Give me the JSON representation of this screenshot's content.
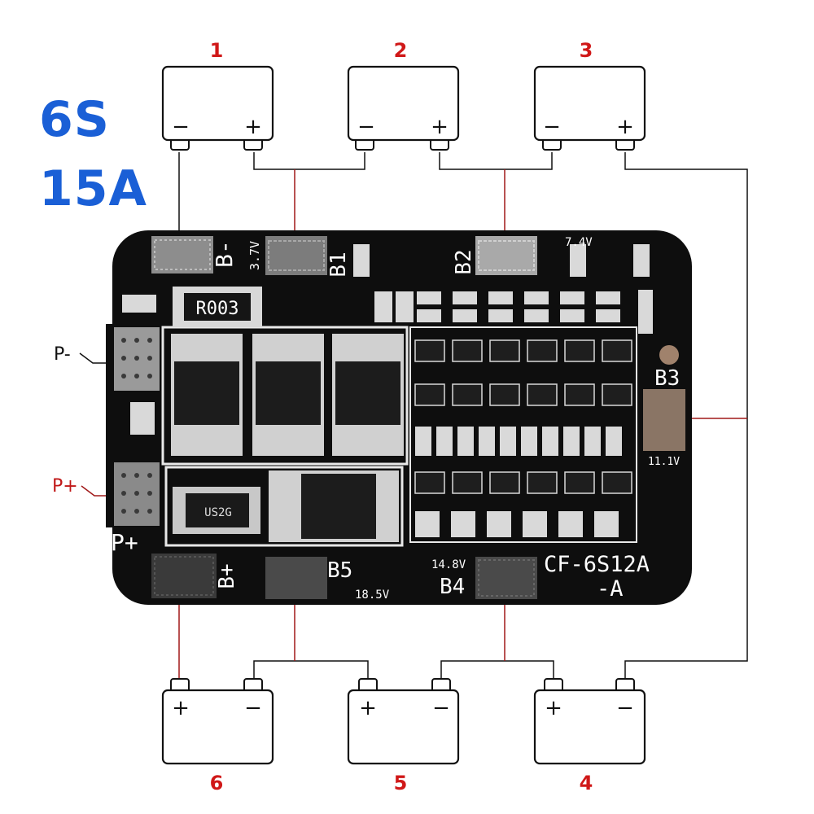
{
  "heading": {
    "cells_label": "6S",
    "current_label": "15A",
    "color": "#1a5fd6"
  },
  "colors": {
    "wire_red": "#a01818",
    "wire_black": "#111111",
    "board": "#111111",
    "label_red": "#d01818"
  },
  "cells": {
    "top": [
      {
        "number": "1",
        "minus": "−",
        "plus": "+"
      },
      {
        "number": "2",
        "minus": "−",
        "plus": "+"
      },
      {
        "number": "3",
        "minus": "−",
        "plus": "+"
      }
    ],
    "bottom": [
      {
        "number": "6",
        "minus": "−",
        "plus": "+"
      },
      {
        "number": "5",
        "minus": "−",
        "plus": "+"
      },
      {
        "number": "4",
        "minus": "−",
        "plus": "+"
      }
    ]
  },
  "board": {
    "model_line1": "CF-6S12A",
    "model_line2": "-A",
    "pads": {
      "b_minus": "B-",
      "b1": "B1",
      "b2": "B2",
      "b3": "B3",
      "b4": "B4",
      "b5": "B5",
      "b_plus": "B+",
      "p_plus": "P+"
    },
    "voltages": {
      "b1": "3.7V",
      "b2": "7.4V",
      "b3": "11.1V",
      "b4": "14.8V",
      "b5": "18.5V"
    },
    "resistor_code": "R003",
    "diode_code": "US2G"
  },
  "external_labels": {
    "p_minus": "P-",
    "p_plus": "P+"
  }
}
